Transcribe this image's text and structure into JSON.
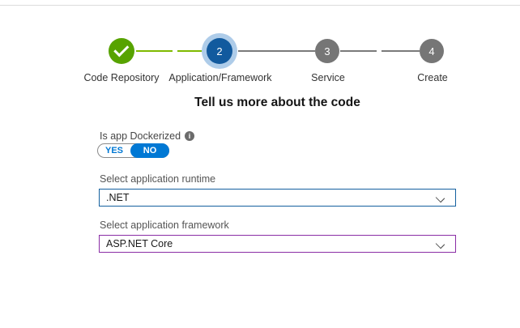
{
  "page": {
    "background": "#ffffff",
    "divider_color": "#dcdcdc"
  },
  "stepper": {
    "steps": [
      {
        "label": "Code Repository",
        "state": "completed",
        "number": "",
        "icon": "check-icon"
      },
      {
        "label": "Application/Framework",
        "state": "current",
        "number": "2"
      },
      {
        "label": "Service",
        "state": "upcoming",
        "number": "3"
      },
      {
        "label": "Create",
        "state": "upcoming",
        "number": "4"
      }
    ],
    "colors": {
      "completed_green": "#57a300",
      "connector_green": "#7fba00",
      "current_blue": "#125a9e",
      "current_halo": "#aecce9",
      "upcoming_gray": "#767676",
      "connector_gray": "#7a7a7a"
    }
  },
  "heading": {
    "title": "Tell us more about the code"
  },
  "form": {
    "dockerized": {
      "label": "Is app Dockerized",
      "info_icon_glyph": "i",
      "yes_label": "YES",
      "no_label": "NO",
      "selected": "NO",
      "selected_color": "#0078d4"
    },
    "runtime": {
      "label": "Select application runtime",
      "value": ".NET",
      "border_color": "#14609f"
    },
    "framework": {
      "label": "Select application framework",
      "value": "ASP.NET Core",
      "border_color": "#8a2da5"
    }
  }
}
